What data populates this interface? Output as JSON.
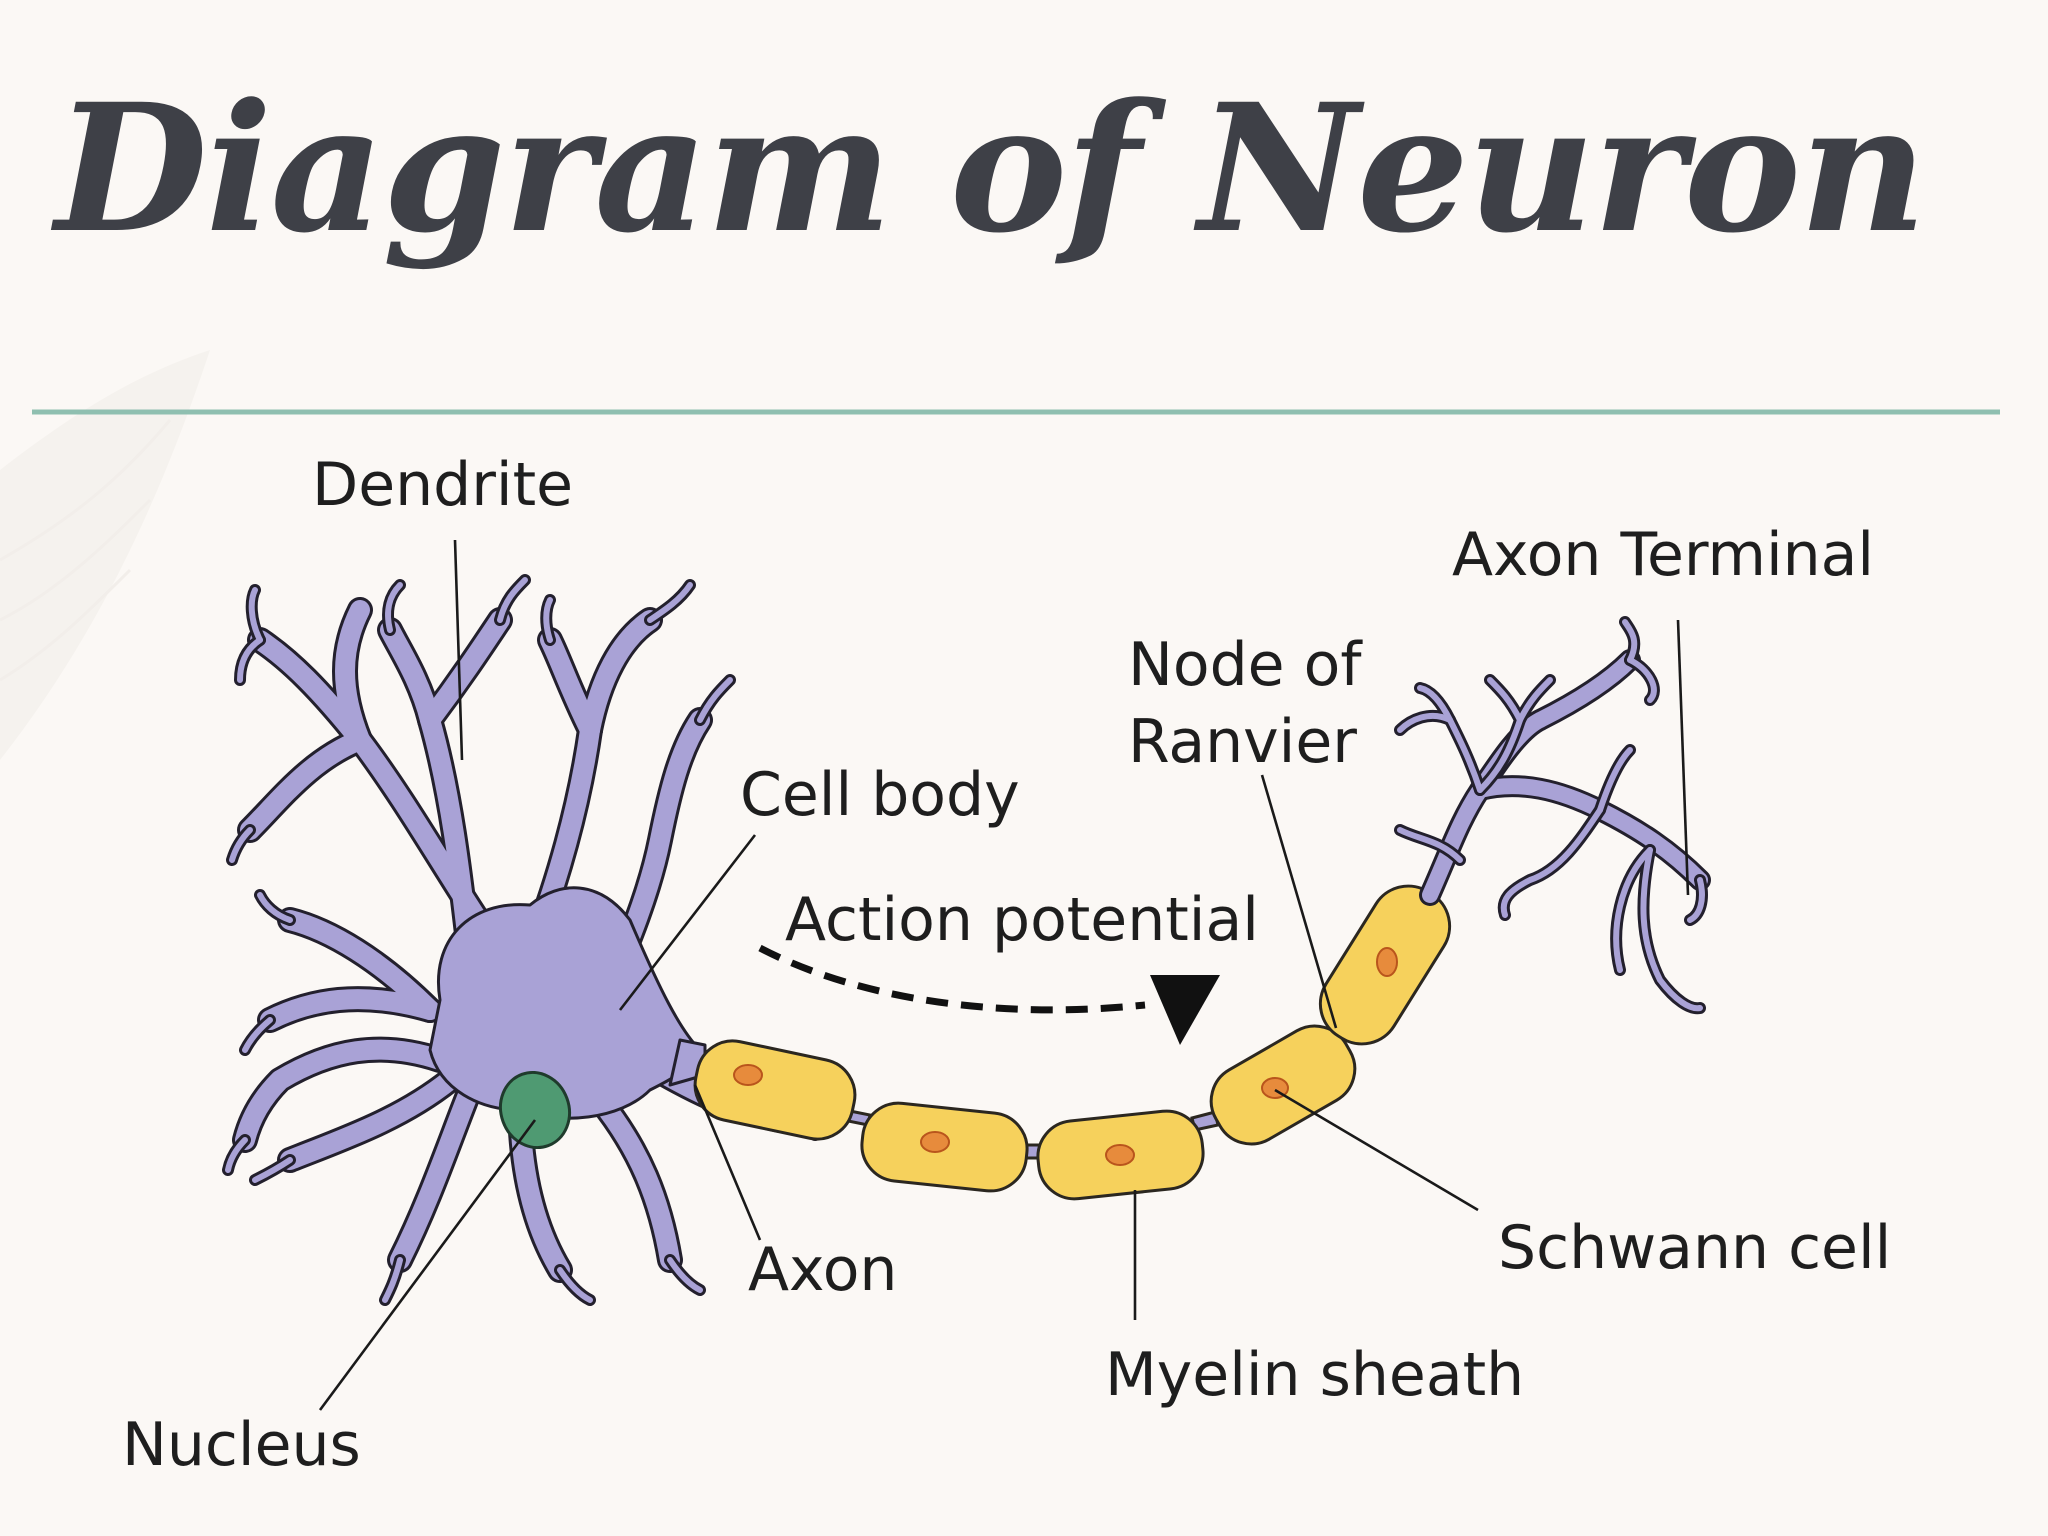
{
  "title": "Diagram of Neuron",
  "labels": {
    "dendrite": "Dendrite",
    "axon_terminal": "Axon Terminal",
    "node_of_ranvier_line1": "Node of",
    "node_of_ranvier_line2": "Ranvier",
    "cell_body": "Cell body",
    "action_potential": "Action potential",
    "axon": "Axon",
    "myelin_sheath": "Myelin sheath",
    "schwann_cell": "Schwann cell",
    "nucleus": "Nucleus"
  },
  "colors": {
    "background": "#fbf8f5",
    "title": "#3e4047",
    "divider": "#8fbfb0",
    "neuron": "#a9a2d6",
    "nucleus": "#4f9a72",
    "myelin": "#f6d15c",
    "schwann_nucleus": "#e78b3c"
  }
}
